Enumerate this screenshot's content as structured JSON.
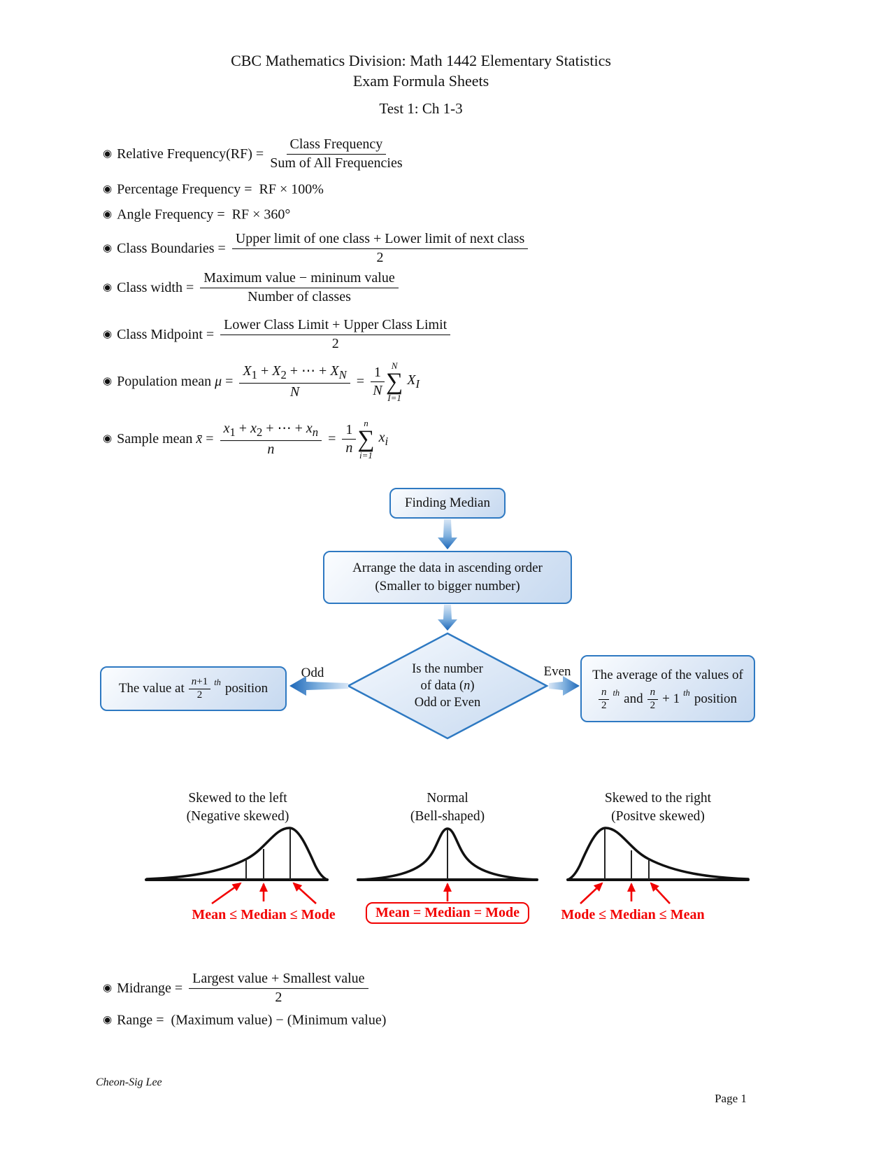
{
  "colors": {
    "accent_blue": "#2E79C2",
    "red": "#F20000",
    "ink": "#111111",
    "box_fill_top": "#FBFDFF",
    "box_fill_bottom": "#C6D9F0",
    "arrow_light": "#D8E6F6",
    "arrow_dark": "#1B66B8"
  },
  "symbols": {
    "bullet": "◉",
    "sigma": "∑",
    "equals": "="
  },
  "header": {
    "title_line1": "CBC Mathematics Division: Math 1442 Elementary Statistics",
    "title_line2": "Exam Formula Sheets",
    "subtitle": "Test 1: Ch 1-3"
  },
  "formulas": {
    "relative_frequency": {
      "label": "Relative Frequency(RF) =",
      "numerator": "Class Frequency",
      "denominator": "Sum of All Frequencies"
    },
    "percentage_frequency": {
      "label": "Percentage Frequency =",
      "rhs": "RF × 100%"
    },
    "angle_frequency": {
      "label": "Angle Frequency =",
      "rhs": "RF × 360°"
    },
    "class_boundaries": {
      "label": "Class Boundaries =",
      "numerator": "Upper limit of one class + Lower limit of next class",
      "denominator": "2"
    },
    "class_width": {
      "label": "Class width =",
      "numerator": "Maximum value − mininum value",
      "denominator": "Number of classes"
    },
    "class_midpoint": {
      "label": "Class Midpoint =",
      "numerator": "Lower Class Limit + Upper Class Limit",
      "denominator": "2"
    },
    "population_mean": {
      "label": "Population mean <i>μ</i> =",
      "numerator": "<i>X</i><sub>1</sub> + <i>X</i><sub>2</sub> + ⋯ + <i>X</i><sub><i>N</i></sub>",
      "denominator": "<i>N</i>",
      "coeff_num": "1",
      "coeff_den": "<i>N</i>",
      "sum_upper": "<i>N</i>",
      "sum_lower": "<i>I</i>=1",
      "term": "<i>X</i><sub><i>I</i></sub>"
    },
    "sample_mean": {
      "label": "Sample mean <i>x̄</i> =",
      "numerator": "<i>x</i><sub>1</sub> + <i>x</i><sub>2</sub> + ⋯ + <i>x</i><sub><i>n</i></sub>",
      "denominator": "<i>n</i>",
      "coeff_num": "1",
      "coeff_den": "<i>n</i>",
      "sum_upper": "<i>n</i>",
      "sum_lower": "<i>i</i>=1",
      "term": "<i>x</i><sub><i>i</i></sub>"
    },
    "midrange": {
      "label": "Midrange =",
      "numerator": "Largest value + Smallest value",
      "denominator": "2"
    },
    "range": {
      "label": "Range =",
      "rhs": "(Maximum value) − (Minimum value)"
    }
  },
  "flowchart": {
    "start": "Finding Median",
    "step_arrange": {
      "line1": "Arrange the data in ascending order",
      "line2": "(Smaller to bigger number)"
    },
    "decision": {
      "line1": "Is the number",
      "line2": "of data (<i>n</i>)",
      "line3": "Odd or Even"
    },
    "odd_label": "Odd",
    "even_label": "Even",
    "odd_result": {
      "prefix": "The value at",
      "frac_num": "<i>n</i>+1",
      "frac_den": "2",
      "sup": "th",
      "suffix": "position"
    },
    "even_result": {
      "line1": "The average of the values of",
      "frac_num": "<i>n</i>",
      "frac_den": "2",
      "sup": "th",
      "and_word": "and",
      "plus_one": "+ 1",
      "suffix": "position"
    }
  },
  "distributions": {
    "left": {
      "title1": "Skewed to the left",
      "title2": "(Negative skewed)",
      "label": "Mean ≤ Median ≤ Mode"
    },
    "center": {
      "title1": "Normal",
      "title2": "(Bell-shaped)",
      "label": "Mean = Median = Mode"
    },
    "right": {
      "title1": "Skewed to the right",
      "title2": "(Positve skewed)",
      "label": "Mode ≤ Median ≤ Mean"
    }
  },
  "footer": {
    "author": "Cheon-Sig Lee",
    "page": "Page 1"
  }
}
